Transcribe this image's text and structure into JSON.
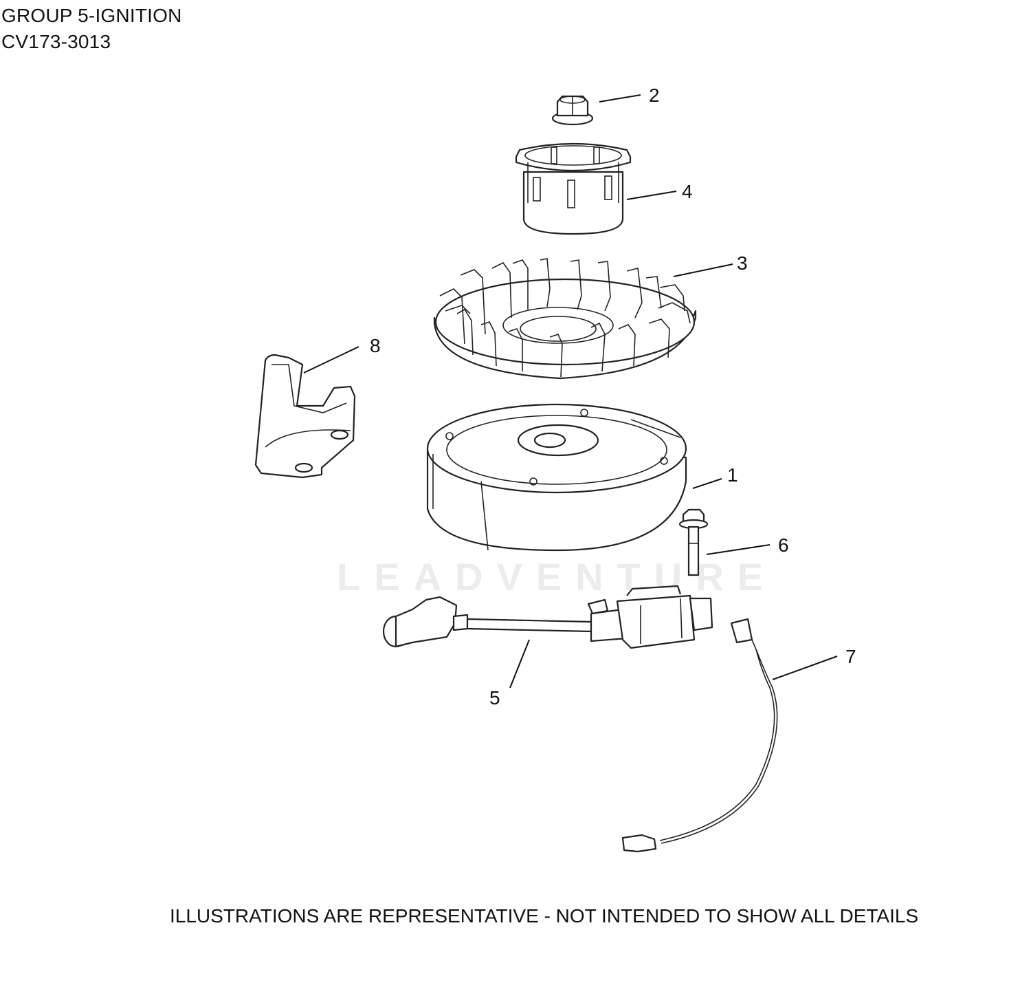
{
  "header": {
    "group_title": "GROUP 5-IGNITION",
    "model_number": "CV173-3013"
  },
  "watermark": "LEADVENTURE",
  "footer": {
    "disclaimer": "ILLUSTRATIONS ARE REPRESENTATIVE - NOT INTENDED TO SHOW ALL DETAILS"
  },
  "callouts": {
    "c1": "1",
    "c2": "2",
    "c3": "3",
    "c4": "4",
    "c5": "5",
    "c6": "6",
    "c7": "7",
    "c8": "8"
  }
}
